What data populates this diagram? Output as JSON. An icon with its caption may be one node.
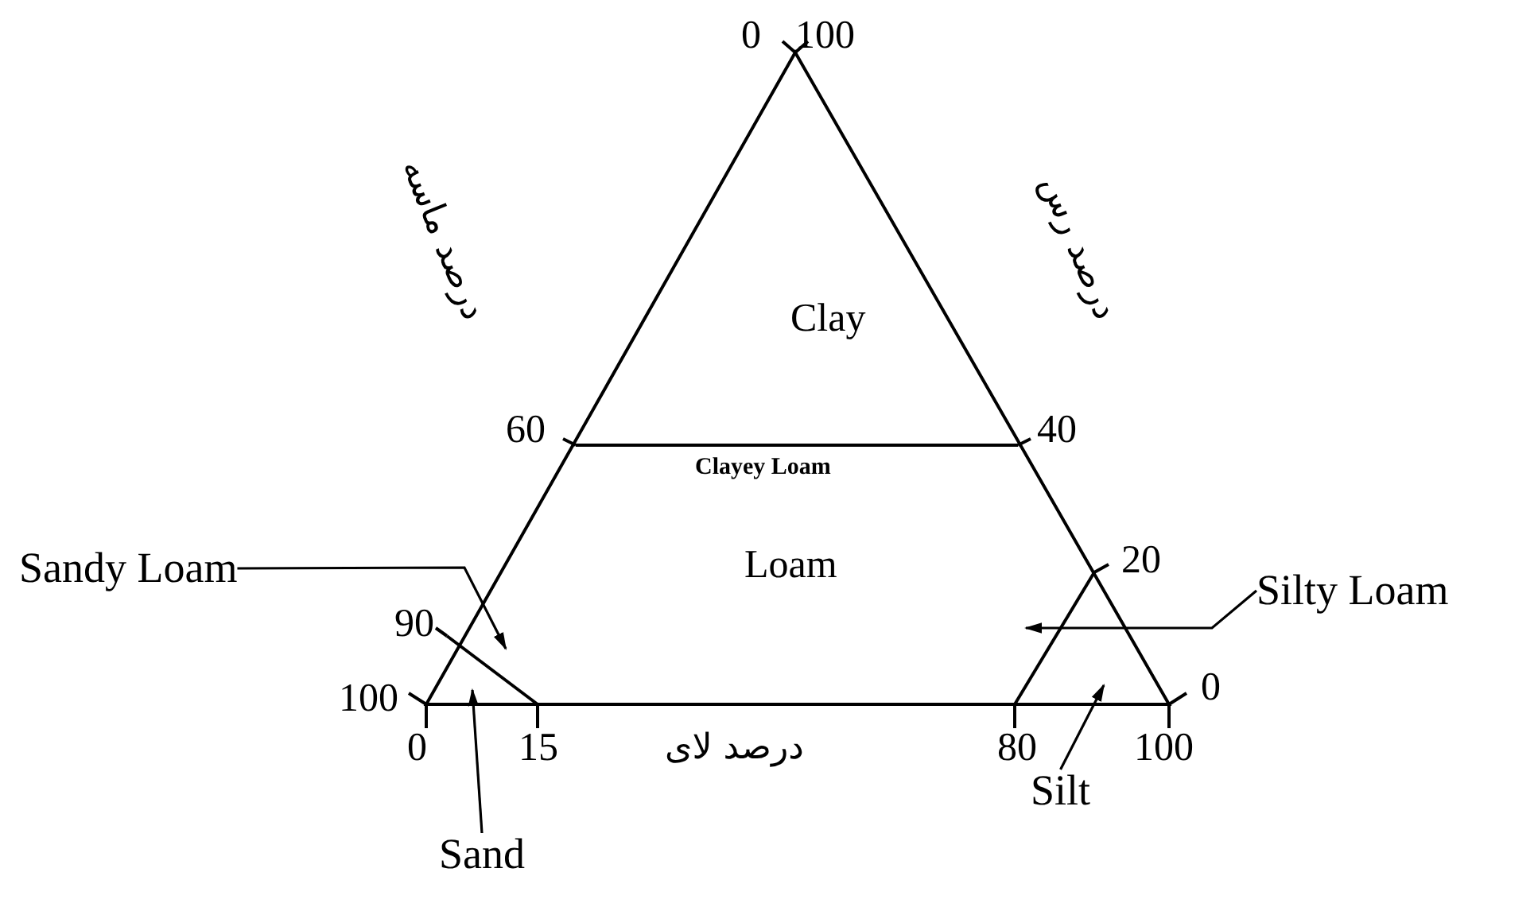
{
  "diagram": {
    "nodes": [
      {
        "text": [
          "Sandy Loam"
        ]
      },
      {
        "text": [
          "Silty Loam"
        ]
      },
      {
        "text": [
          "Sand"
        ]
      },
      {
        "text": [
          "Silt"
        ]
      }
    ],
    "edges": [
      {
        "from": 0,
        "to": null,
        "arrow": "to"
      },
      {
        "from": 1,
        "to": null,
        "arrow": "to"
      },
      {
        "from": 2,
        "to": null,
        "arrow": "to"
      },
      {
        "from": 3,
        "to": null,
        "arrow": "to"
      }
    ],
    "labels": [
      "0",
      "100",
      "Clay",
      "درصد ماسه",
      "درصد رس",
      "60",
      "40",
      "Clayey Loam",
      "Loam",
      "20",
      "90",
      "100",
      "0",
      "0",
      "15",
      "درصد لای",
      "80",
      "100"
    ]
  }
}
